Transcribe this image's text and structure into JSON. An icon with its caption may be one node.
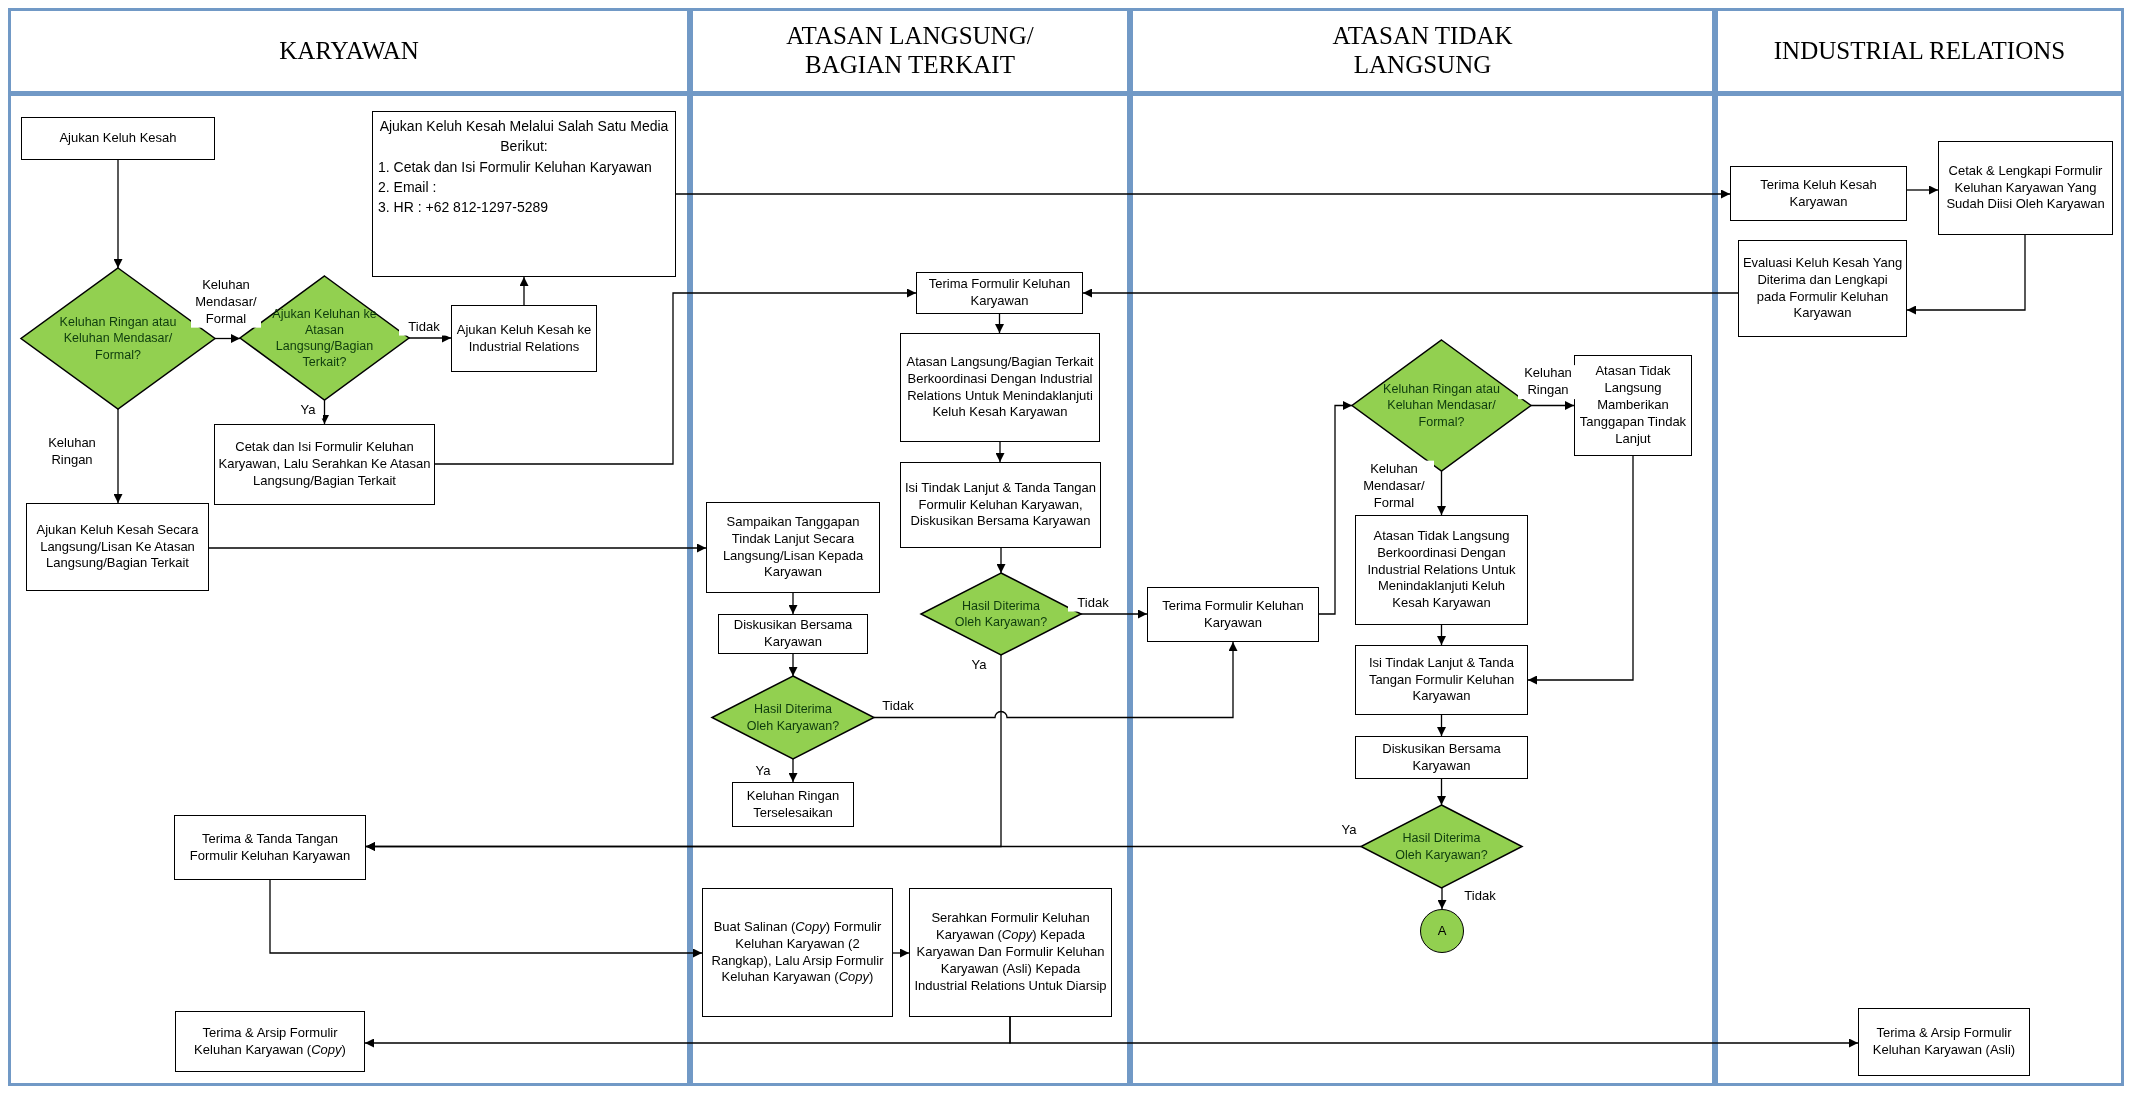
{
  "diagram": {
    "nodes": [
      {
        "text": [
          "KARYAWAN"
        ]
      },
      {
        "text": [
          "ATASAN LANGSUNG/ BAGIAN TERKAIT"
        ]
      },
      {
        "text": [
          "ATASAN TIDAK LANGSUNG"
        ]
      },
      {
        "text": [
          "INDUSTRIAL RELATIONS"
        ]
      },
      {
        "text": [
          "Ajukan Keluh Kesah"
        ],
        "in": 0
      },
      {
        "text": [
          "Keluhan Ringan atau Keluhan Mendasar/ Formal?"
        ],
        "in": 0
      },
      {
        "text": [
          "Ajukan Keluhan ke Atasan Langsung/Bagian Terkait?"
        ],
        "in": 0
      },
      {
        "text": [
          "Ajukan Keluh Kesah ke Industrial Relations"
        ],
        "in": 0
      },
      {
        "text": [
          "Ajukan Keluh Kesah Melalui Salah Satu Media Berikut:",
          "1. Cetak dan Isi Formulir Keluhan Karyawan",
          "2. Email :",
          "3. HR : +62 812-1297-5289"
        ],
        "in": 0
      },
      {
        "text": [
          "Cetak dan Isi Formulir Keluhan Karyawan, Lalu Serahkan Ke Atasan Langsung/Bagian Terkait"
        ],
        "in": 0
      },
      {
        "text": [
          "Ajukan Keluh Kesah Secara Langsung/Lisan Ke Atasan Langsung/Bagian Terkait"
        ],
        "in": 0
      },
      {
        "text": [
          "Terima & Tanda Tangan Formulir Keluhan Karyawan"
        ],
        "in": 0
      },
      {
        "text": [
          "Terima & Arsip Formulir Keluhan Karyawan (*Copy*)"
        ],
        "in": 0
      },
      {
        "text": [
          "Terima Formulir Keluhan Karyawan"
        ],
        "in": 1
      },
      {
        "text": [
          "Atasan Langsung/Bagian Terkait Berkoordinasi Dengan Industrial Relations Untuk Menindaklanjuti Keluh Kesah Karyawan"
        ],
        "in": 1
      },
      {
        "text": [
          "Isi Tindak Lanjut & Tanda Tangan Formulir Keluhan Karyawan, Diskusikan Bersama Karyawan"
        ],
        "in": 1
      },
      {
        "text": [
          "Sampaikan Tanggapan Tindak Lanjut Secara Langsung/Lisan Kepada Karyawan"
        ],
        "in": 1
      },
      {
        "text": [
          "Hasil Diterima Oleh Karyawan?"
        ],
        "in": 1
      },
      {
        "text": [
          "Diskusikan Bersama Karyawan"
        ],
        "in": 1
      },
      {
        "text": [
          "Hasil Diterima Oleh Karyawan?"
        ],
        "in": 1
      },
      {
        "text": [
          "Keluhan Ringan Terselesaikan"
        ],
        "in": 1
      },
      {
        "text": [
          "Buat Salinan (*Copy*) Formulir Keluhan Karyawan (2 Rangkap), Lalu Arsip Formulir Keluhan Karyawan (*Copy*)"
        ],
        "in": 1
      },
      {
        "text": [
          "Serahkan Formulir Keluhan Karyawan (*Copy*) Kepada Karyawan Dan Formulir Keluhan Karyawan (Asli) Kepada Industrial Relations Untuk Diarsip"
        ],
        "in": 1
      },
      {
        "text": [
          "Terima Formulir Keluhan Karyawan"
        ],
        "in": 2
      },
      {
        "text": [
          "Keluhan Ringan atau Keluhan Mendasar/ Formal?"
        ],
        "in": 2
      },
      {
        "text": [
          "Atasan Tidak Langsung Mamberikan Tanggapan Tindak Lanjut"
        ],
        "in": 2
      },
      {
        "text": [
          "Atasan Tidak Langsung Berkoordinasi Dengan Industrial Relations Untuk Menindaklanjuti Keluh Kesah Karyawan"
        ],
        "in": 2
      },
      {
        "text": [
          "Isi Tindak Lanjut & Tanda Tangan Formulir Keluhan Karyawan"
        ],
        "in": 2
      },
      {
        "text": [
          "Diskusikan Bersama Karyawan"
        ],
        "in": 2
      },
      {
        "text": [
          "Hasil Diterima Oleh Karyawan?"
        ],
        "in": 2
      },
      {
        "text": [
          "A"
        ],
        "in": 2
      },
      {
        "text": [
          "Terima Keluh Kesah Karyawan"
        ],
        "in": 3
      },
      {
        "text": [
          "Cetak & Lengkapi Formulir Keluhan Karyawan Yang Sudah Diisi Oleh Karyawan"
        ],
        "in": 3
      },
      {
        "text": [
          "Evaluasi Keluh Kesah Yang Diterima dan Lengkapi pada Formulir Keluhan Karyawan"
        ],
        "in": 3
      },
      {
        "text": [
          "Terima & Arsip Formulir Keluhan Karyawan (Asli)"
        ],
        "in": 3
      }
    ],
    "edges": [
      {
        "from": 4,
        "to": 5,
        "arrow": "to"
      },
      {
        "from": 5,
        "to": 6,
        "arrow": "to",
        "label": "Keluhan Mendasar/ Formal"
      },
      {
        "from": 6,
        "to": 7,
        "arrow": "to",
        "label": "Tidak"
      },
      {
        "from": 7,
        "to": 8,
        "arrow": "to"
      },
      {
        "from": 6,
        "to": 9,
        "arrow": "to",
        "label": "Ya"
      },
      {
        "from": 5,
        "to": 10,
        "arrow": "to",
        "label": "Keluhan Ringan"
      },
      {
        "from": 8,
        "to": 31,
        "arrow": "to"
      },
      {
        "from": 9,
        "to": 13,
        "arrow": "to"
      },
      {
        "from": 31,
        "to": 32,
        "arrow": "to"
      },
      {
        "from": 32,
        "to": 33,
        "arrow": "to"
      },
      {
        "from": 33,
        "to": 13,
        "arrow": "to"
      },
      {
        "from": 10,
        "to": 16,
        "arrow": "to"
      },
      {
        "from": 13,
        "to": 14,
        "arrow": "to"
      },
      {
        "from": 14,
        "to": 15,
        "arrow": "to"
      },
      {
        "from": 15,
        "to": 17,
        "arrow": "to"
      },
      {
        "from": 17,
        "to": 23,
        "arrow": "to",
        "label": "Tidak"
      },
      {
        "from": 16,
        "to": 18,
        "arrow": "to"
      },
      {
        "from": 18,
        "to": 19,
        "arrow": "to"
      },
      {
        "from": 19,
        "to": 20,
        "arrow": "to",
        "label": "Ya"
      },
      {
        "from": 19,
        "to": 23,
        "arrow": "to",
        "label": "Tidak"
      },
      {
        "from": 17,
        "to": 11,
        "arrow": "to",
        "label": "Ya"
      },
      {
        "from": 23,
        "to": 24,
        "arrow": "to"
      },
      {
        "from": 24,
        "to": 25,
        "arrow": "to",
        "label": "Keluhan Ringan"
      },
      {
        "from": 24,
        "to": 26,
        "arrow": "to",
        "label": "Keluhan Mendasar/ Formal"
      },
      {
        "from": 26,
        "to": 27,
        "arrow": "to"
      },
      {
        "from": 25,
        "to": 27,
        "arrow": "to"
      },
      {
        "from": 27,
        "to": 28,
        "arrow": "to"
      },
      {
        "from": 28,
        "to": 29,
        "arrow": "to"
      },
      {
        "from": 29,
        "to": 11,
        "arrow": "to",
        "label": "Ya"
      },
      {
        "from": 29,
        "to": 30,
        "arrow": "to",
        "label": "Tidak"
      },
      {
        "from": 11,
        "to": 21,
        "arrow": "to"
      },
      {
        "from": 21,
        "to": 22,
        "arrow": "to"
      },
      {
        "from": 22,
        "to": 12,
        "arrow": "to"
      },
      {
        "from": 22,
        "to": 34,
        "arrow": "to"
      }
    ]
  }
}
